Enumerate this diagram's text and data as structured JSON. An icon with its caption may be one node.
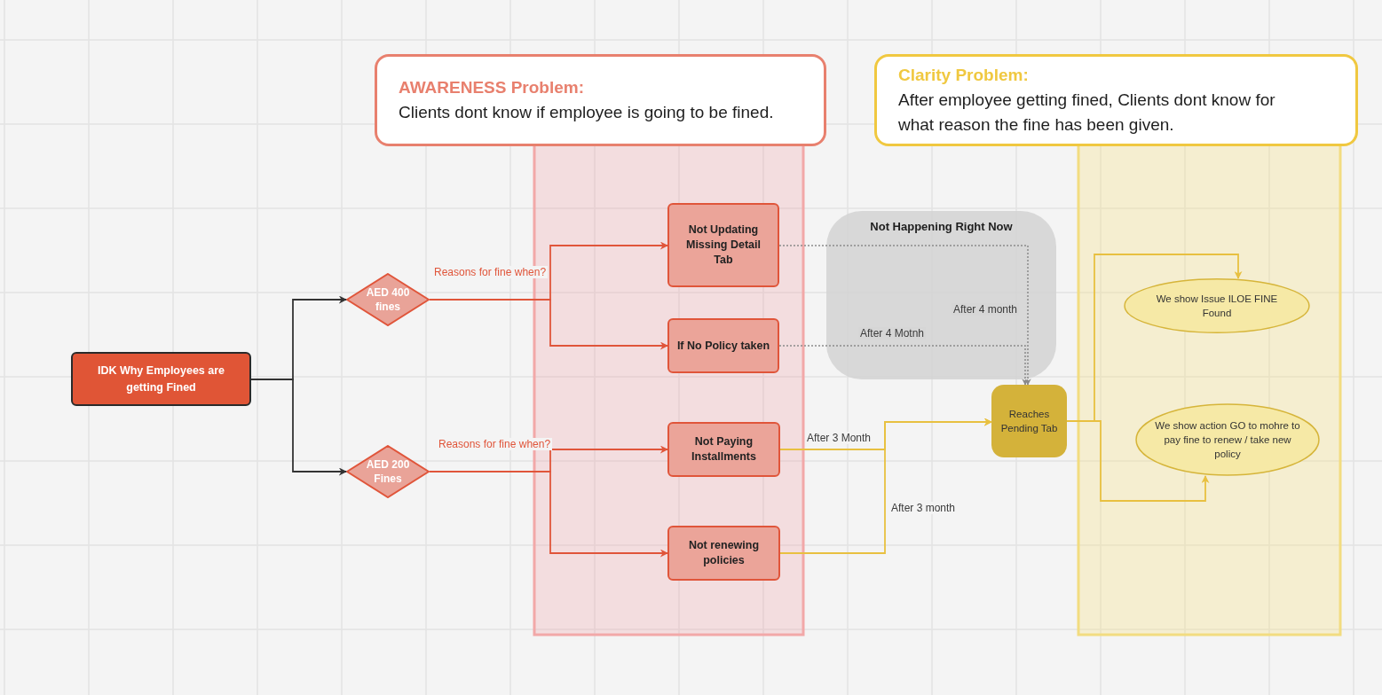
{
  "diagram": {
    "nodes": [
      {
        "text": [
          "AWARENESS Problem:",
          "Clients dont know if employee is going to be fined."
        ]
      },
      {
        "text": [
          "Clarity Problem:",
          "After employee getting fined, Clients dont know for what reason the fine has been given."
        ]
      },
      {
        "text": [
          "IDK Why Employees are getting Fined"
        ]
      },
      {
        "text": [
          "AED 400 fines"
        ]
      },
      {
        "text": [
          "AED 200 Fines"
        ]
      },
      {
        "text": [
          "Not Updating Missing Detail Tab"
        ]
      },
      {
        "text": [
          "If No Policy taken"
        ]
      },
      {
        "text": [
          "Not Paying Installments"
        ]
      },
      {
        "text": [
          "Not renewing policies"
        ]
      },
      {
        "text": [
          "Reaches Pending Tab"
        ]
      },
      {
        "text": [
          "We show Issue ILOE FINE Found"
        ]
      },
      {
        "text": [
          "We show action GO to mohre to pay fine to renew / take new policy"
        ]
      }
    ],
    "edges": [
      {
        "from": 2,
        "to": 3,
        "arrow": "to",
        "color": "#333333"
      },
      {
        "from": 2,
        "to": 4,
        "arrow": "to",
        "color": "#333333"
      },
      {
        "from": 3,
        "to": 5,
        "arrow": "to",
        "label": "Reasons for fine when?",
        "color": "#e0553a"
      },
      {
        "from": 3,
        "to": 6,
        "arrow": "to",
        "color": "#e0553a"
      },
      {
        "from": 4,
        "to": 7,
        "arrow": "to",
        "label": "Reasons for fine when?",
        "color": "#e0553a"
      },
      {
        "from": 4,
        "to": 8,
        "arrow": "to",
        "color": "#e0553a"
      },
      {
        "from": 5,
        "to": 9,
        "arrow": "to",
        "label": "After 4 month",
        "style": "dashed",
        "color": "#8a8a8a"
      },
      {
        "from": 6,
        "to": 9,
        "arrow": "to",
        "label": "After 4 Motnh",
        "style": "dashed",
        "color": "#8a8a8a"
      },
      {
        "from": 7,
        "to": 9,
        "arrow": "to",
        "label": "After 3 Month",
        "color": "#e8c040"
      },
      {
        "from": 8,
        "to": 9,
        "arrow": "to",
        "label": "After 3 month",
        "color": "#e8c040"
      },
      {
        "from": 9,
        "to": 10,
        "arrow": "to",
        "color": "#e8c040"
      },
      {
        "from": 9,
        "to": 11,
        "arrow": "to",
        "color": "#e8c040"
      }
    ],
    "labels": [
      "Not Happening Right Now"
    ]
  }
}
